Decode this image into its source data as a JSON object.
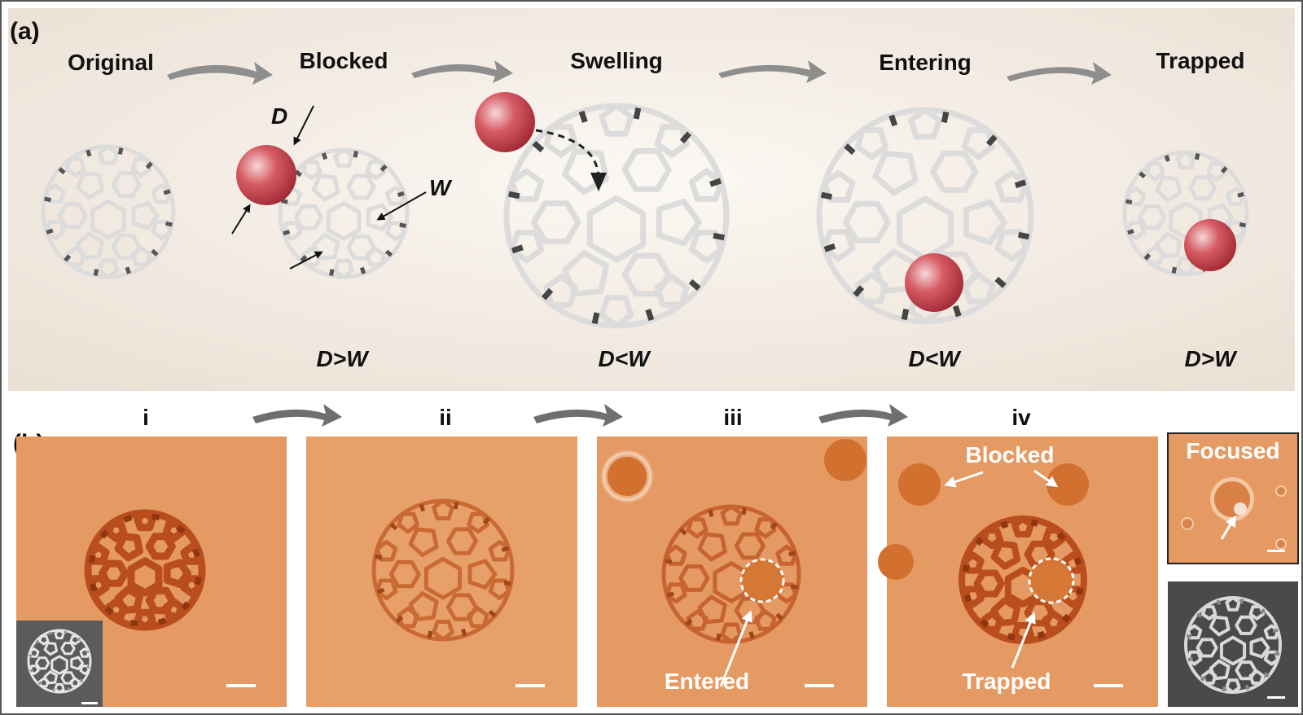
{
  "panel_a": {
    "tag": "(a)",
    "stages": [
      "Original",
      "Blocked",
      "Swelling",
      "Entering",
      "Trapped"
    ],
    "conditions": [
      "D>W",
      "D<W",
      "D<W",
      "D>W"
    ],
    "dimension_labels": {
      "d": "D",
      "w": "W"
    }
  },
  "panel_b": {
    "tag": "(b)",
    "steps": [
      "i",
      "ii",
      "iii",
      "iv"
    ],
    "annotations": {
      "entered": "Entered",
      "blocked": "Blocked",
      "trapped": "Trapped",
      "focused": "Focused"
    }
  },
  "colors": {
    "panel_a_bg": "#efe6dc",
    "particle": "#c9414c",
    "cage": "#dcdcdc",
    "micro_bg": "#e59a63",
    "micro_dark": "#b94d1c",
    "arrow": "#8e8e8e"
  }
}
